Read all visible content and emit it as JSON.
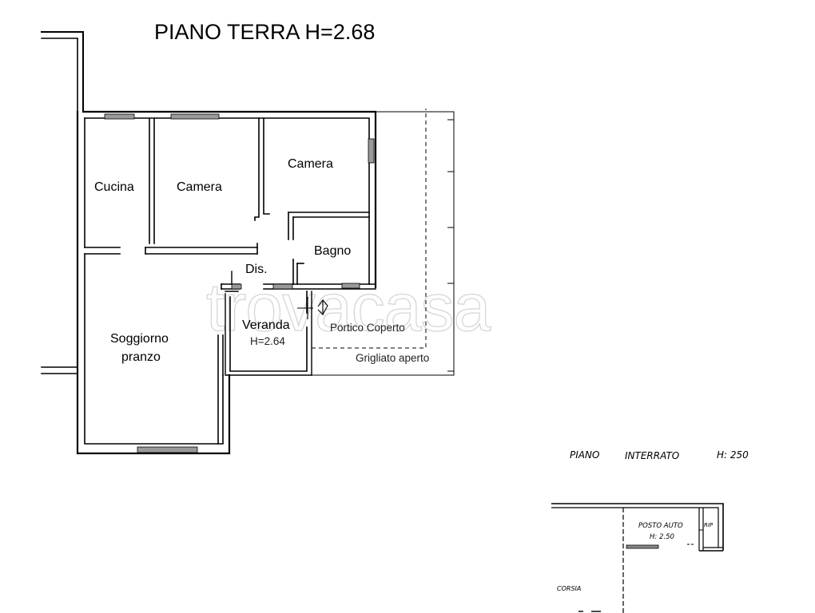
{
  "plan": {
    "ground_floor_title": "PIANO TERRA H=2.68",
    "rooms": {
      "cucina": "Cucina",
      "camera_1": "Camera",
      "camera_2": "Camera",
      "bagno": "Bagno",
      "disimpegno": "Dis.",
      "soggiorno_line1": "Soggiorno",
      "soggiorno_line2": "pranzo",
      "veranda": "Veranda",
      "veranda_height": "H=2.64"
    },
    "outdoor": {
      "portico": "Portico Coperto",
      "grigliato": "Grigliato aperto"
    },
    "basement": {
      "title_piano": "PIANO",
      "title_interrato": "INTERRATO",
      "title_height": "H: 250",
      "posto_auto": "POSTO AUTO",
      "posto_auto_height": "H: 2.50",
      "rip": "RIP",
      "corsia": "CORSIA"
    },
    "watermark": "trovacasa"
  }
}
